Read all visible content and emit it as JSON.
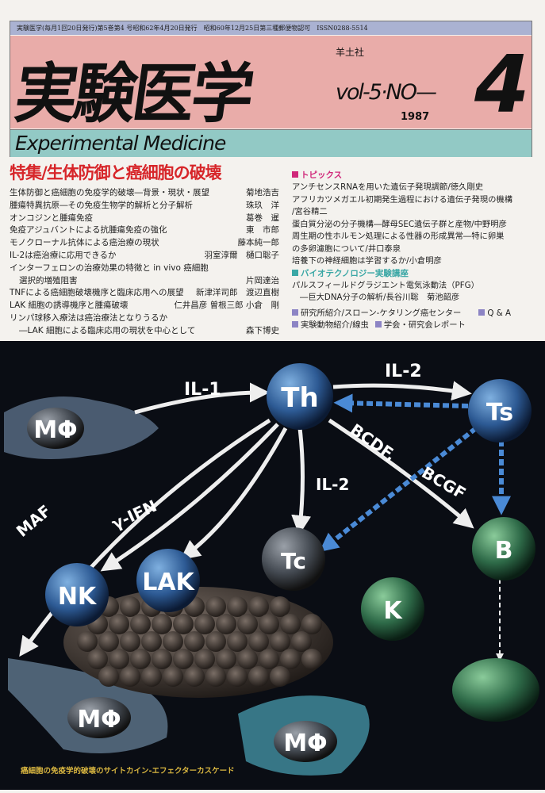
{
  "header": {
    "imprint": "実験医学(毎月1回20日発行)第5巻第4 号昭和62年4月20日発行　昭和60年12月25日第三種郵便物認可　ISSN0288-5514",
    "logo": "実験医学",
    "publisher": "羊土社",
    "volume": "vol-5·NO—",
    "year": "1987",
    "issue": "4",
    "english_title": "Experimental Medicine"
  },
  "feature": {
    "title": "特集/生体防御と癌細胞の破壊",
    "articles": [
      {
        "title": "生体防御と癌細胞の免疫学的破壊―背景・現状・展望",
        "authors": "菊地浩吉"
      },
      {
        "title": "腫瘍特異抗原―その免疫生物学的解析と分子解析",
        "authors": "珠玖　洋"
      },
      {
        "title": "オンコジンと腫瘍免疫",
        "authors": "葛巻　暹"
      },
      {
        "title": "免疫アジュバントによる抗腫瘍免疫の強化",
        "authors": "東　市郎"
      },
      {
        "title": "モノクローナル抗体による癌治療の現状",
        "authors": "藤本純一郎"
      },
      {
        "title": "IL-2は癌治療に応用できるか",
        "authors": "羽室淳爾　樋口聡子"
      },
      {
        "title": "インターフェロンの治療効果の特徴と in vivo 癌細胞",
        "authors": ""
      },
      {
        "title": "選択的増殖阻害",
        "authors": "片岡達治"
      },
      {
        "title": "TNFによる癌細胞破壊機序と臨床応用への展望",
        "authors": "新津洋司郎　渡辺直樹"
      },
      {
        "title": "LAK 細胞の誘導機序と腫瘍破壊",
        "authors": "仁井昌彦 曽根三郎 小倉　剛"
      },
      {
        "title": "リンパ球移入療法は癌治療法となりうるか",
        "authors": ""
      },
      {
        "title": "―LAK 細胞による臨床応用の現状を中心として",
        "authors": "森下博史"
      }
    ]
  },
  "topics": {
    "heading": "トピックス",
    "items": [
      "アンチセンスRNAを用いた遺伝子発現調節/徳久剛史",
      "アフリカツメガエル初期発生過程における遺伝子発現の機構",
      "/宮谷精二",
      "蛋白質分泌の分子機構―酵母SEC遺伝子群と産物/中野明彦",
      "周生期の性ホルモン処理による性器の形成異常―特に卵巣",
      "の多卵濾胞について/井口泰泉",
      "培養下の神経細胞は学習するか/小倉明彦"
    ]
  },
  "biotech": {
    "heading": "バイオテクノロジー実験講座",
    "items": [
      "パルスフィールドグラジエント電気泳動法（PFG）",
      "―巨大DNA分子の解析/長谷川聡　菊池韶彦"
    ]
  },
  "misc": [
    "研究所紹介/スローン-ケタリング癌センター",
    "Q & A",
    "実験動物紹介/線虫",
    "学会・研究会レポート"
  ],
  "illustration": {
    "cells": {
      "th": "Th",
      "ts": "Ts",
      "mphi1": "MΦ",
      "b": "B",
      "nk": "NK",
      "lak": "LAK",
      "tc": "Tc",
      "k": "K",
      "mphi2": "MΦ",
      "mphi3": "MΦ"
    },
    "labels": {
      "il1": "IL-1",
      "il2a": "IL-2",
      "il2b": "IL-2",
      "bcdf": "BCDF,",
      "bcgf": "BCGF",
      "maf": "MAF",
      "ifn": "γ-IFN"
    },
    "caption": "癌細胞の免疫学的破壊のサイトカイン-エフェクターカスケード"
  },
  "colors": {
    "pink": "#e9aca9",
    "teal": "#92c9c5",
    "blue": "#aab2d2",
    "red": "#d7262a",
    "magenta": "#d0287a",
    "cyan": "#3aa7a5",
    "violet": "#8c84c4"
  }
}
